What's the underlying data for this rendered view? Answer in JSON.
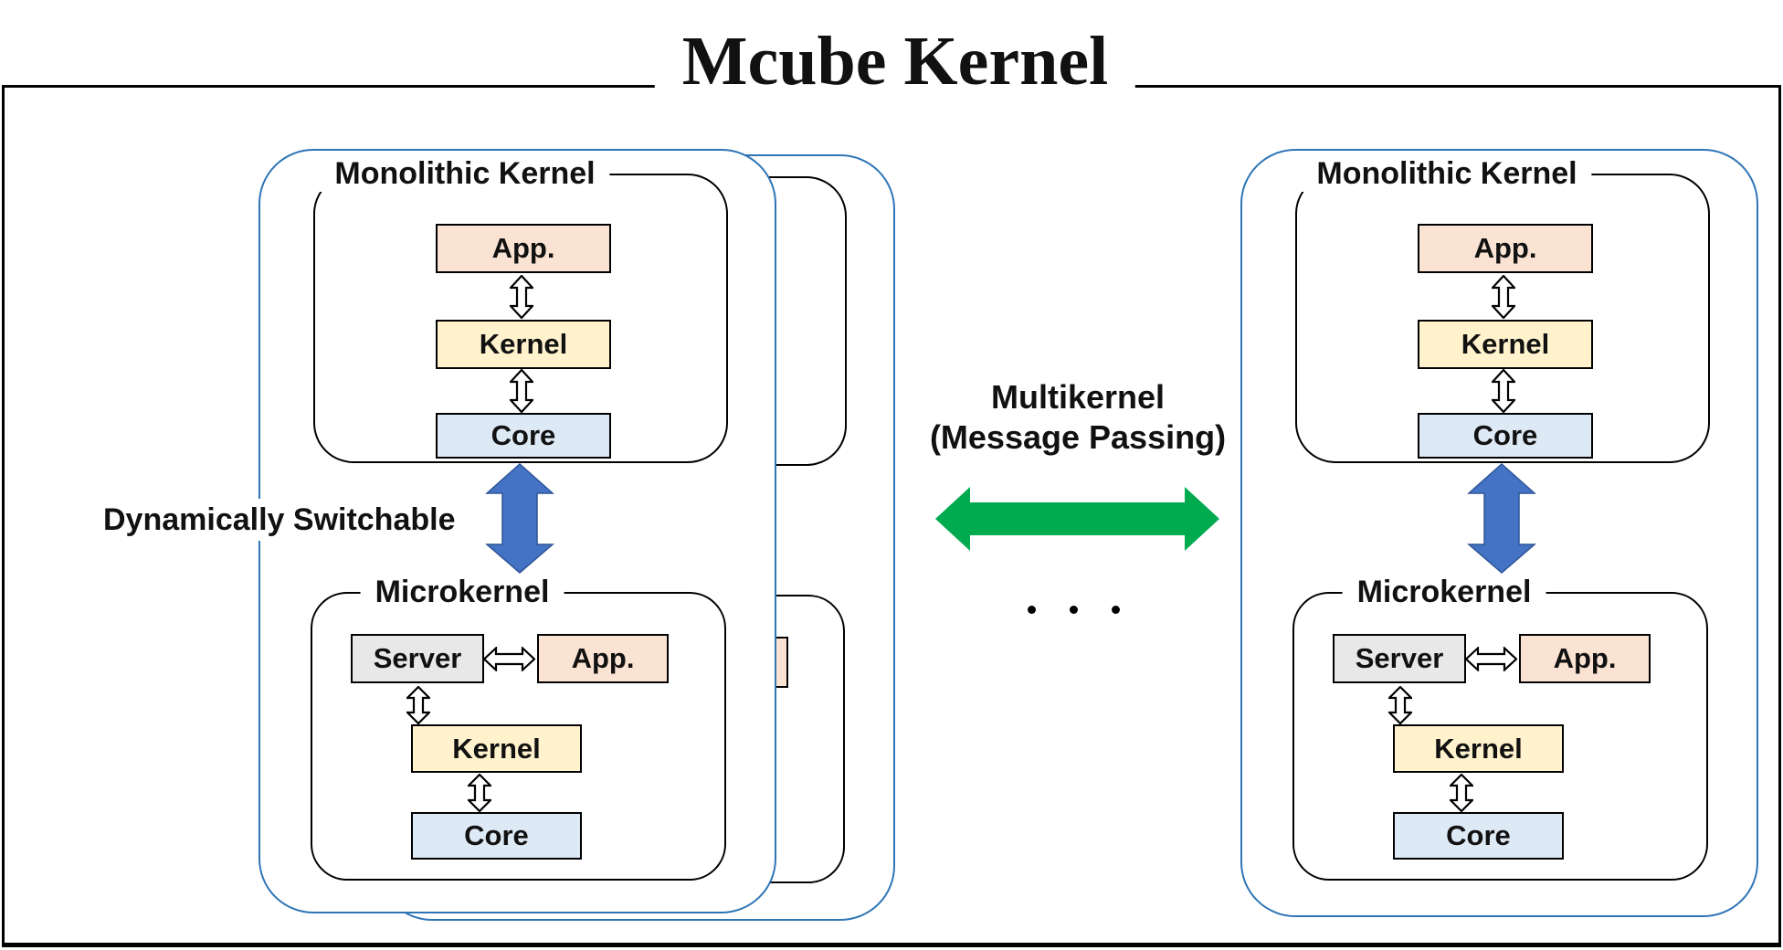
{
  "title": "Mcube Kernel",
  "annotations": {
    "dynamically_switchable": "Dynamically Switchable",
    "multikernel": "Multikernel",
    "message_passing": "(Message Passing)"
  },
  "unit": {
    "monolithic": {
      "label": "Monolithic Kernel",
      "layers": [
        "App.",
        "Kernel",
        "Core"
      ]
    },
    "microkernel": {
      "label": "Microkernel",
      "server": "Server",
      "app": "App.",
      "kernel": "Kernel",
      "core": "Core"
    }
  },
  "icons": {
    "ellipsis": "• • •",
    "switch_arrow": "up-down-arrow",
    "message_arrow": "left-right-arrow"
  },
  "colors": {
    "app_fill": "#FBE3D3",
    "kernel_fill": "#FFF2CC",
    "core_fill": "#DEE9F6",
    "server_fill": "#E8E8E8",
    "unit_border_blue": "#2E75B6",
    "switch_arrow_blue": "#4472C4",
    "switch_arrow_edge": "#2F5597",
    "message_arrow_green": "#00AB50"
  }
}
